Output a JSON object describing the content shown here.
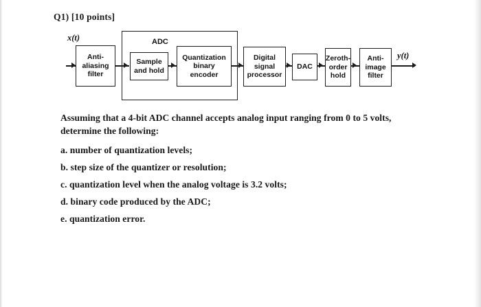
{
  "document": {
    "title": "Q1) [10 points]",
    "body_paragraph": "Assuming that a 4-bit ADC channel accepts analog input ranging from 0 to 5 volts, determine the following:",
    "questions": [
      {
        "label": "a. number of quantization levels;"
      },
      {
        "label": "b. step size of the quantizer or resolution;"
      },
      {
        "label": "c. quantization level when the analog voltage is 3.2 volts;"
      },
      {
        "label": "d. binary code produced by the ADC;"
      },
      {
        "label": "e. quantization error."
      }
    ]
  },
  "diagram": {
    "input_signal_label": "x(t)",
    "output_signal_label": "y(t)",
    "adc_group_label": "ADC",
    "blocks": [
      {
        "id": "anti-aliasing-filter",
        "lines": [
          "Anti-",
          "aliasing",
          "filter"
        ]
      },
      {
        "id": "sample-and-hold",
        "lines": [
          "Sample",
          "and hold"
        ]
      },
      {
        "id": "quantization-binary-encoder",
        "lines": [
          "Quantization",
          "binary",
          "encoder"
        ]
      },
      {
        "id": "digital-signal-processor",
        "lines": [
          "Digital",
          "signal",
          "processor"
        ]
      },
      {
        "id": "dac",
        "lines": [
          "DAC"
        ]
      },
      {
        "id": "zeroth-order-hold",
        "lines": [
          "Zeroth-",
          "order",
          "hold"
        ]
      },
      {
        "id": "anti-image-filter",
        "lines": [
          "Anti-",
          "image",
          "filter"
        ]
      }
    ],
    "block_text": {
      "anti_aliasing_filter": "Anti-\naliasing\nfilter",
      "sample_and_hold": "Sample\nand hold",
      "quantization_binary_encoder": "Quantization\nbinary\nencoder",
      "digital_signal_processor": "Digital\nsignal\nprocessor",
      "dac": "DAC",
      "zeroth_order_hold": "Zeroth-\norder\nhold",
      "anti_image_filter": "Anti-\nimage\nfilter"
    }
  },
  "colors": {
    "ink": "#1c1c1c",
    "paper": "#ffffff"
  }
}
